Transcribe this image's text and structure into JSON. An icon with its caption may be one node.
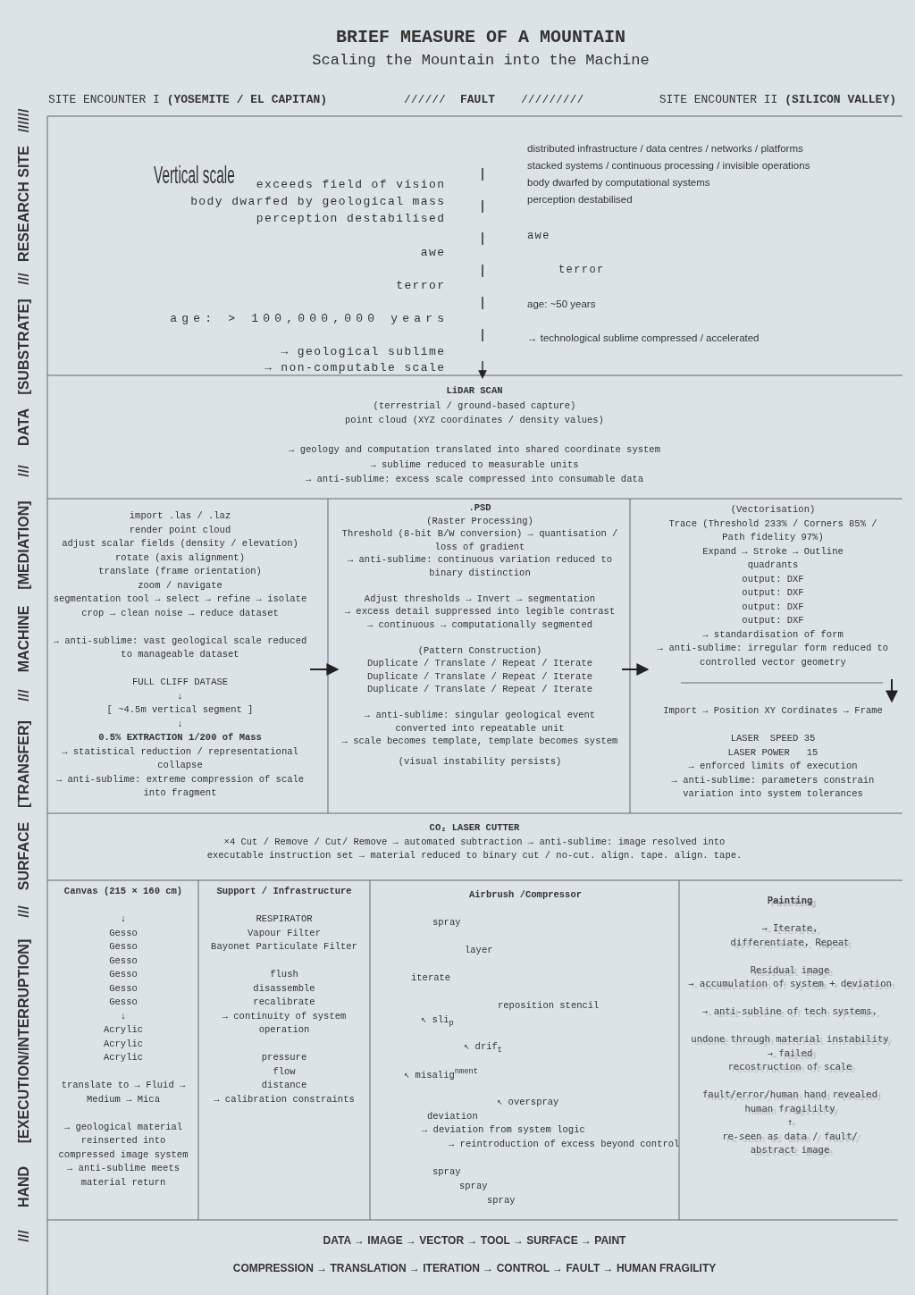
{
  "diagram": {
    "title": "BRIEF MEASURE OF A MOUNTAIN",
    "nodes": [
      {
        "text": [
          "Vertical scale",
          "exceeds field of vision",
          "body dwarfed by geological mass",
          "perception destabilised",
          "awe",
          "terror",
          "age: > 100,000,000 years",
          "→ geological sublime",
          "→ non-computable scale"
        ]
      },
      {
        "text": [
          "distributed infrastructure / data centres / networks / platforms",
          "stacked systems / continuous processing / invisible operations",
          "body dwarfed by computational systems",
          "perception destabilised",
          "awe",
          "terror",
          "age: ~50 years",
          "→ technological sublime compressed / accelerated"
        ]
      },
      {
        "text": [
          "LiDAR SCAN",
          "(terrestrial / ground-based capture)",
          "point cloud (XYZ coordinates / density values)",
          "→ geology and computation translated into shared coordinate system",
          "→ sublime reduced to measurable units",
          "→ anti-sublime: excess scale compressed into consumable data"
        ]
      },
      {
        "text": [
          "import .las / .laz",
          "render point cloud",
          "adjust scalar fields (density / elevation)",
          "rotate (axis alignment)",
          "translate (frame orientation)",
          "zoom / navigate",
          "segmentation tool → select → refine → isolate",
          "crop → clean noise → reduce dataset",
          "→ anti-sublime: vast geological scale reduced to manageable dataset",
          "FULL CLIFF DATASE",
          "↓",
          "[ ~4.5m vertical segment ]",
          "↓",
          "0.5% EXTRACTION 1/200 of Mass",
          "→ statistical reduction / representational collapse",
          "→ anti-sublime: extreme compression of scale into fragment"
        ]
      },
      {
        "text": [
          ".PSD",
          "(Raster Processing)",
          "Threshold (8-bit B/W conversion) → quantisation / loss of gradient",
          "→ anti-sublime: continuous variation reduced to binary distinction",
          "Adjust thresholds → Invert → segmentation",
          "→ excess detail suppressed into legible contrast",
          "→ continuous → computationally segmented",
          "(Pattern Construction)",
          "Duplicate / Translate / Repeat / Iterate",
          "Duplicate / Translate / Repeat / Iterate",
          "Duplicate / Translate / Repeat / Iterate",
          "→ anti-sublime: singular geological event converted into repeatable unit",
          "→ scale becomes template, template becomes system",
          "(visual instability persists)"
        ]
      },
      {
        "text": [
          "(Vectorisation)",
          "Trace (Threshold 233% / Corners 85% / Path fidelity 97%)",
          "Expand → Stroke → Outline quadrants",
          "output: DXF",
          "output: DXF",
          "output: DXF",
          "output: DXF",
          "→ standardisation of form",
          "→ anti-sublime: irregular form reduced to controlled vector geometry"
        ]
      },
      {
        "text": [
          "Import → Position XY Cordinates → Frame",
          "LASER  SPEED 35",
          "LASER POWER   15",
          "→ enforced limits of execution",
          "→ anti-sublime: parameters constrain variation into system tolerances"
        ]
      },
      {
        "text": [
          "CO₂ LASER CUTTER",
          "×4 Cut / Remove / Cut/ Remove → automated subtraction → anti-sublime: image resolved into executable instruction set → material reduced to binary cut / no-cut. align. tape. align. tape."
        ]
      },
      {
        "text": [
          "Canvas (215 × 160 cm)",
          "↓",
          "Gesso",
          "Gesso",
          "Gesso",
          "Gesso",
          "Gesso",
          "Gesso",
          "↓",
          "Acrylic",
          "Acrylic",
          "Acrylic",
          "translate to → Fluid → Medium → Mica",
          "→ geological material reinserted into compressed image system",
          "→ anti-sublime meets material return"
        ]
      },
      {
        "text": [
          "Support / Infrastructure",
          "RESPIRATOR",
          "Vapour Filter",
          "Bayonet Particulate Filter",
          "flush",
          "disassemble",
          "recalibrate",
          "→ continuity of system operation",
          "pressure",
          "flow",
          "distance",
          "→ calibration constraints"
        ]
      },
      {
        "text": [
          "Airbrush /Compressor",
          "spray",
          "layer",
          "iterate",
          "reposition stencil",
          "↖ sli$_{p}$",
          "↖ drif$_{t}$",
          "↖ misalig$^{nment}$",
          "↖ overspray",
          "deviation",
          "→ deviation from system logic",
          "→ reintroduction of excess beyond control",
          "spray",
          "spray",
          "spray"
        ]
      },
      {
        "text": [
          "Painting",
          "→ Iterate, differentiate, Repeat",
          "Residual image",
          "→ accumulation of system + deviation",
          "→ anti-subline of tech systems,",
          "undone through material instability",
          "→ failed",
          "recostruction of scale",
          "fault/error/human hand revealed",
          "human fragililty",
          "↑",
          "re-seen as data / fault/ abstract image"
        ]
      },
      {
        "text": [
          "DATA → IMAGE → VECTOR → TOOL → SURFACE → PAINT",
          "COMPRESSION → TRANSLATION → ITERATION → CONTROL → FAULT → HUMAN FRAGILITY"
        ]
      }
    ],
    "edges": [
      {
        "from": null,
        "to": 2,
        "arrow": "to",
        "style": "dashed"
      },
      {
        "from": 3,
        "to": 4,
        "arrow": "to"
      },
      {
        "from": 4,
        "to": 5,
        "arrow": "to"
      },
      {
        "from": 5,
        "to": 6,
        "arrow": "to"
      }
    ],
    "labels": [
      "Scaling the Mountain into the Machine",
      "SITE ENCOUNTER I **(YOSEMITE / EL CAPITAN)**",
      "//////",
      "FAULT",
      "/////////",
      "SITE ENCOUNTER II **(SILICON VALLEY)**",
      "//////",
      "RESEARCH SITE",
      "///",
      "[SUBSTRATE]",
      "DATA",
      "///",
      "[MEDIATION]",
      "MACHINE",
      "///",
      "[TRANSFER]",
      "SURFACE",
      "///",
      "[EXECUTION/INTERRUPTION]",
      "HAND",
      "///"
    ]
  }
}
